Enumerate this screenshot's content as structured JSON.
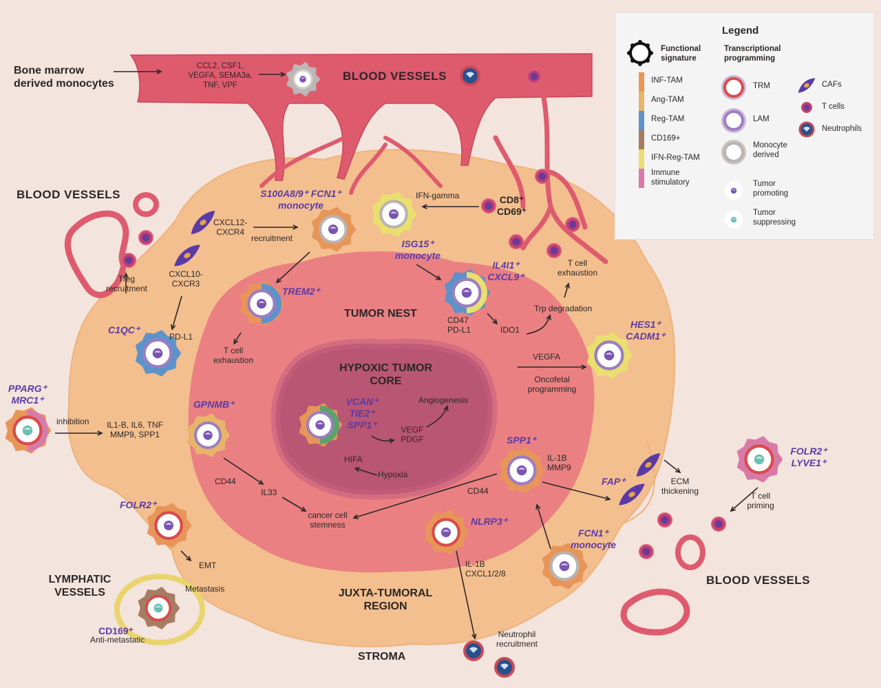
{
  "labels": {
    "bone_marrow": "Bone marrow\nderived monocytes",
    "recruitment_factors": "CCL2, CSF1,\nVEGFA, SEMA3a,\nTNF, VPF",
    "blood_vessels_top": "BLOOD  VESSELS",
    "blood_vessels_left": "BLOOD  VESSELS",
    "blood_vessels_right": "BLOOD  VESSELS",
    "lymphatic_vessels": "LYMPHATIC\nVESSELS",
    "tumor_nest": "TUMOR NEST",
    "hypoxic_core": "HYPOXIC TUMOR\nCORE",
    "juxta_tumoral": "JUXTA-TUMORAL\nREGION",
    "stroma": "STROMA",
    "s100a8": "S100A8/9⁺ FCN1⁺\nmonocyte",
    "ifn_gamma": "IFN-gamma",
    "cd8": "CD8⁺\nCD69⁺",
    "cxcl12": "CXCL12-\nCXCR4",
    "recruitment": "recruitment",
    "isg15": "ISG15⁺\nmonocyte",
    "il4i1": "IL4I1⁺\nCXCL9⁺",
    "t_cell_exhaustion_right": "T cell\nexhaustion",
    "treg_recruitment": "Treg\nrecruitment",
    "cxcl10": "CXCL10-\nCXCR3",
    "trem2": "TREM2⁺",
    "trp_degradation": "Trp degradation",
    "c1qc": "C1QC⁺",
    "pd_l1": "PD-L1",
    "cd47": "CD47\nPD-L1",
    "ido1": "IDO1",
    "t_cell_exhaustion_left": "T cell\nexhaustion",
    "hes1": "HES1⁺\nCADM1⁺",
    "vegfa": "VEGFA",
    "oncofetal": "Oncofetal\nprogramming",
    "pparg": "PPARG⁺\nMRC1⁺",
    "inhibition": "inhibition",
    "il1b_list": "IL1-B, IL6, TNF\nMMP9, SPP1",
    "gpnmb": "GPNMB⁺",
    "vcan": "VCAN⁺\nTIE2⁺\nSPP1⁺",
    "angiogenesis": "Angiogenesis",
    "vegf_pdgf": "VEGF\nPDGF",
    "hifa": "HIFA",
    "hypoxia": "Hypoxia",
    "spp1": "SPP1⁺",
    "il1b_mmp9": "IL-1B\nMMP9",
    "cd44_left": "CD44",
    "il33": "IL33",
    "cd44_right": "CD44",
    "cancer_stemness": "cancer cell\nstemness",
    "fap": "FAP⁺",
    "ecm": "ECM\nthickening",
    "folr2_lyve1": "FOLR2⁺\nLYVE1⁺",
    "t_cell_priming": "T cell\npriming",
    "folr2": "FOLR2⁺",
    "nlrp3": "NLRP3⁺",
    "fcn1": "FCN1⁺\nmonocyte",
    "emt": "EMT",
    "metastasis": "Metastasis",
    "il1b_cxcl": "IL-1B\nCXCL1/2/8",
    "cd169": "CD169⁺",
    "anti_metastatic": "Anti-metastatic",
    "neutrophil_recruitment": "Neutrophil\nrecruitment"
  },
  "legend": {
    "title": "Legend",
    "functional_signature": "Functional\nsignature",
    "transcriptional_programming": "Transcriptional\nprogramming",
    "signatures": [
      {
        "label": "INF-TAM",
        "color": "#e8955a"
      },
      {
        "label": "Ang-TAM",
        "color": "#e8b46a"
      },
      {
        "label": "Reg-TAM",
        "color": "#5d93c9"
      },
      {
        "label": "CD169+",
        "color": "#a67c63"
      },
      {
        "label": "IFN-Reg-TAM",
        "color": "#e9df6e"
      },
      {
        "label": "Immune\nstimulatory",
        "color": "#d87aa8"
      }
    ],
    "programs": [
      {
        "label": "TRM"
      },
      {
        "label": "LAM"
      },
      {
        "label": "Monocyte\nderived"
      },
      {
        "label": "Tumor\npromoting"
      },
      {
        "label": "Tumor\nsuppressing"
      }
    ],
    "other_cells": [
      {
        "label": "CAFs"
      },
      {
        "label": "T cells"
      },
      {
        "label": "Neutrophils"
      }
    ]
  },
  "colors": {
    "background": "#f3e4dd",
    "stroma": "#f3bf8e",
    "tumor_nest": "#ea8082",
    "hypoxic_core": "#b95673",
    "vessel": "#de5b6e",
    "trm_ring": "#d94b4b",
    "lam_ring": "#9b7ec0",
    "monocyte_ring": "#b9b4b2",
    "tumor_promoting_nucleus": "#7a55b0",
    "tumor_suppressing_nucleus": "#6cc0b5"
  }
}
